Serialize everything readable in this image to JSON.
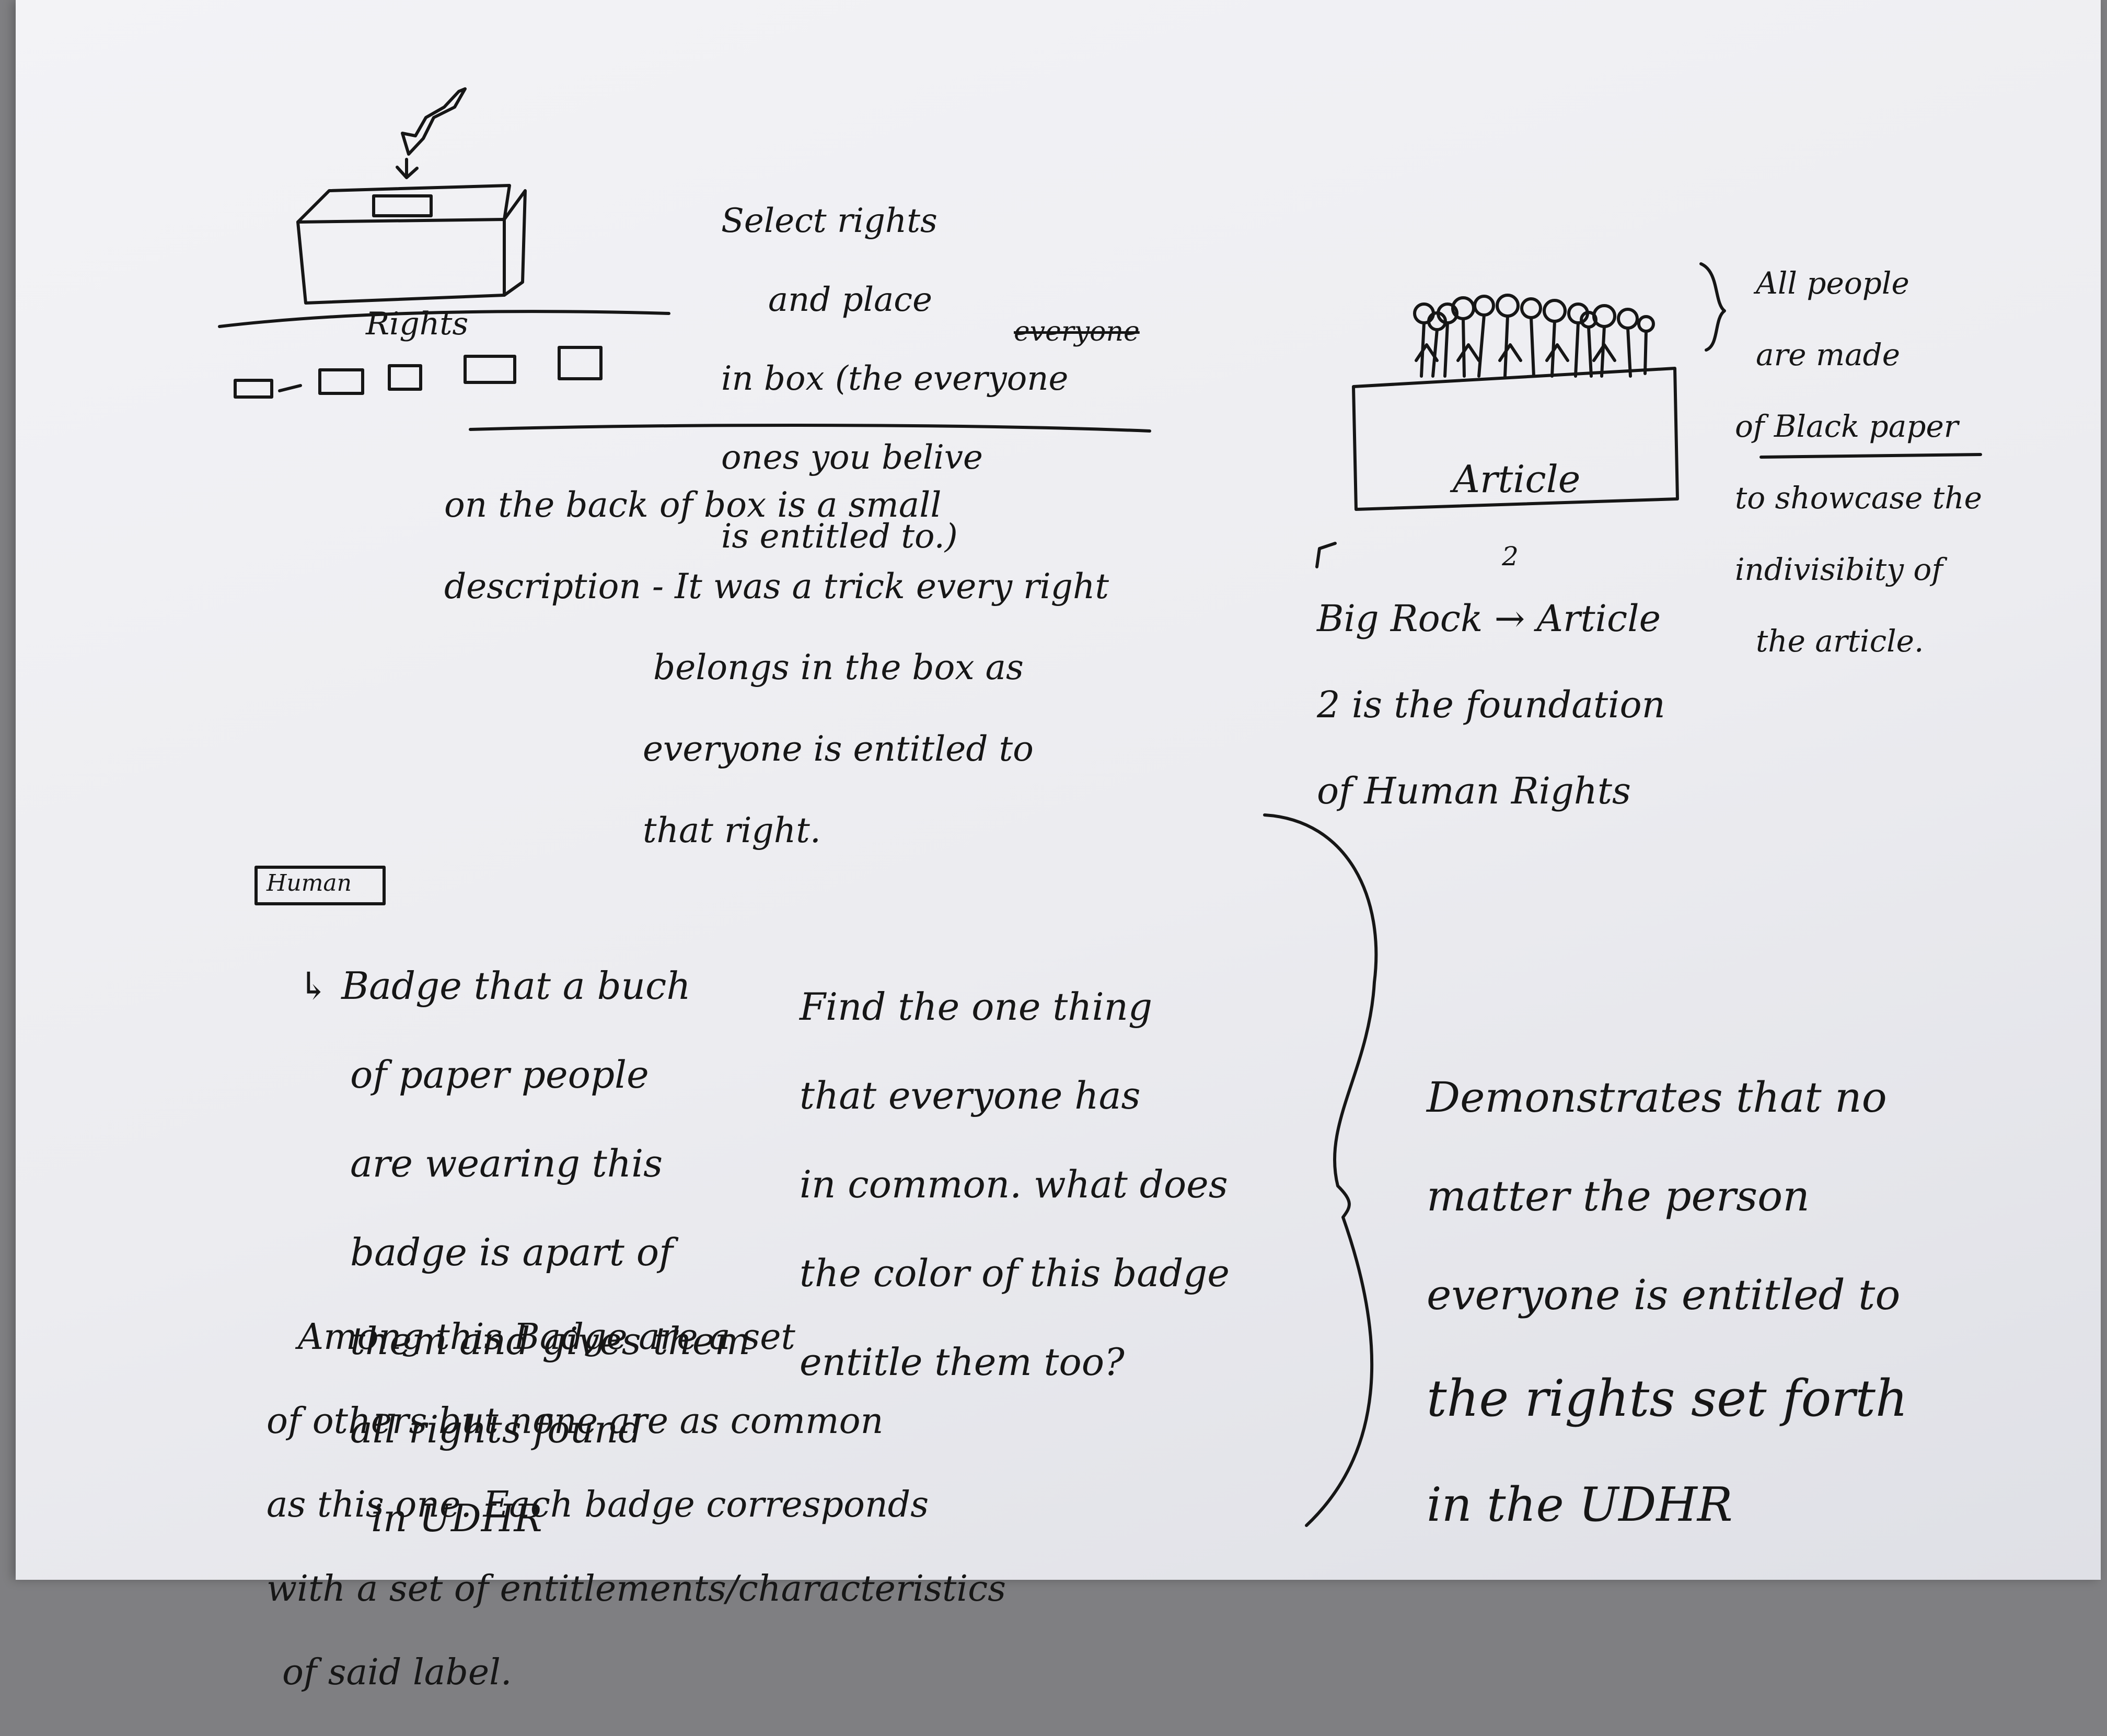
{
  "top_left": {
    "rights_label": "Rights"
  },
  "select_note": {
    "lines": [
      "Select rights",
      "and place",
      "in box (the     everyone",
      "ones you belive",
      "is entitled to.)"
    ],
    "strikethrough": "everyone"
  },
  "back_of_box_note": {
    "lines": [
      "on the back of box is a small",
      "description - It was a trick every right",
      "belongs in the box as",
      "everyone is entitled to",
      "that      right."
    ]
  },
  "article_sketch": {
    "box_label_line1": "Article",
    "box_label_line2": "2"
  },
  "people_note": {
    "lines": [
      "All people",
      "are made",
      "of Black paper",
      "to showcase the",
      "indivisibity of",
      "the article."
    ]
  },
  "big_rock_note": {
    "lines": [
      "Big Rock → Article",
      "2 is the foundation",
      "of Human Rights"
    ]
  },
  "badge_sketch": {
    "label": "Human"
  },
  "badge_note": {
    "lines": [
      "↳ Badge that a buch",
      "of paper people",
      "are wearing this",
      "badge is apart of",
      "them and gives them",
      "all rights found",
      "in UDHR"
    ]
  },
  "find_note": {
    "lines": [
      "Find the one thing",
      "that everyone has",
      "in common. what does",
      "the color of this badge",
      "entitle them too?"
    ]
  },
  "among_note": {
    "lines": [
      "Among this Badge are a set",
      "of others but none are as common",
      "as this one. Each badge corresponds",
      "with a set of entitlements/characteristics",
      "of said label."
    ]
  },
  "demonstrates_note": {
    "lines": [
      "Demonstrates that no",
      "matter the person",
      "everyone is entitled to",
      "the rights set forth",
      "in the UDHR"
    ]
  }
}
